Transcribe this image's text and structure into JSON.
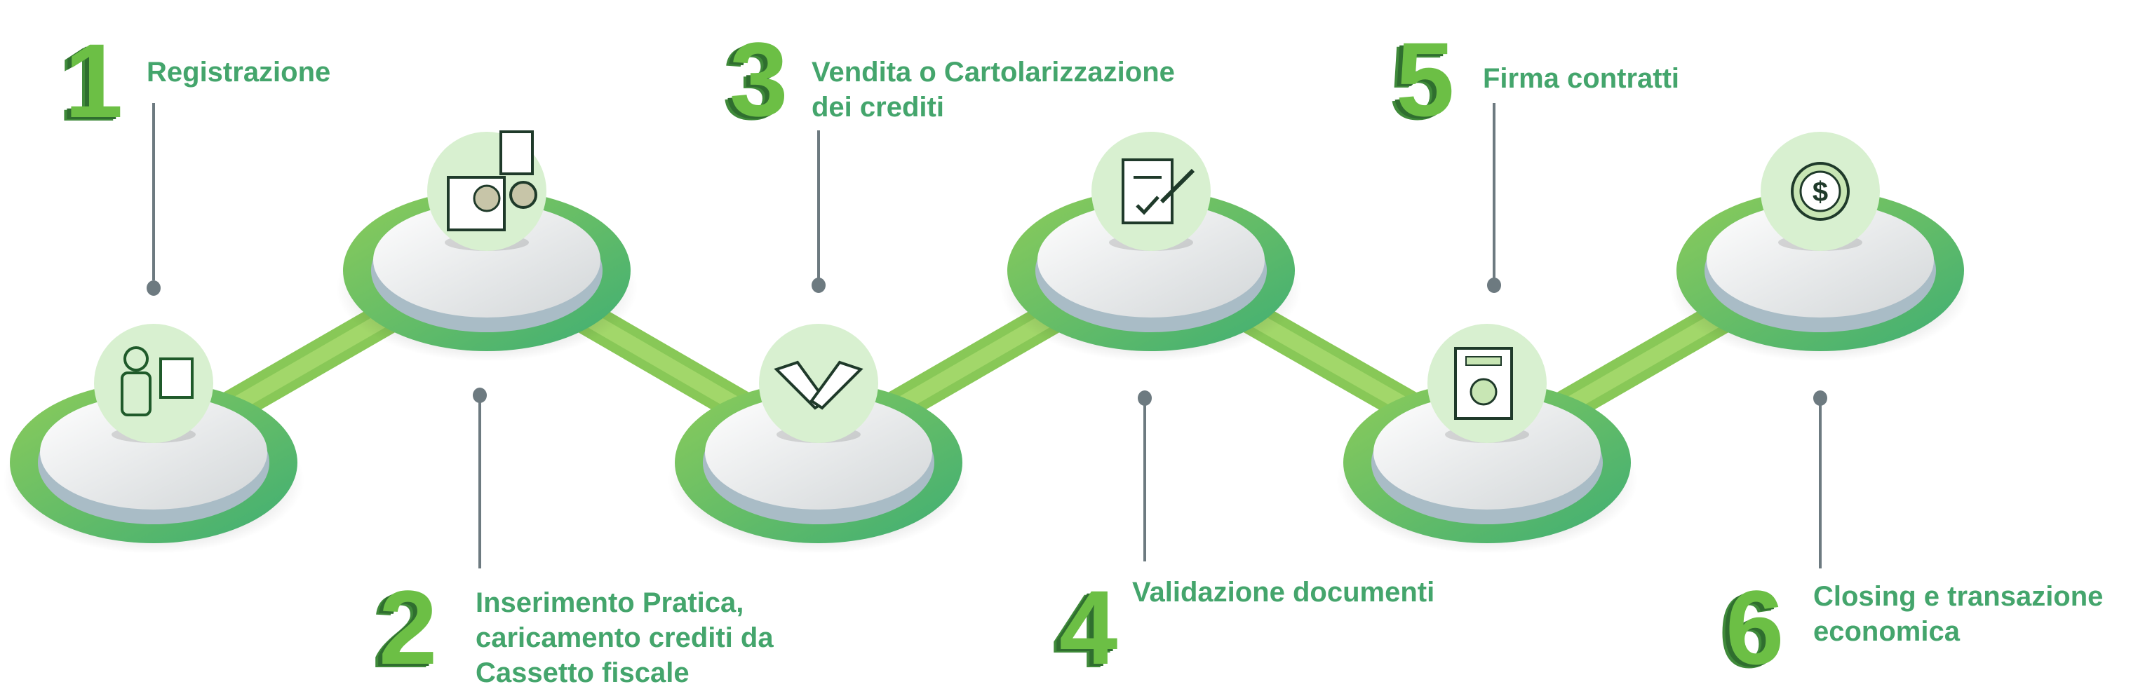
{
  "steps": [
    {
      "number": "1",
      "lines": [
        "Registrazione"
      ],
      "icon": "person-id-icon"
    },
    {
      "number": "2",
      "lines": [
        "Inserimento Pratica,",
        "caricamento crediti da",
        "Cassetto fiscale"
      ],
      "icon": "documents-calculator-icon"
    },
    {
      "number": "3",
      "lines": [
        "Vendita o Cartolarizzazione",
        "dei crediti"
      ],
      "icon": "handshake-icon"
    },
    {
      "number": "4",
      "lines": [
        "Validazione documenti"
      ],
      "icon": "clipboard-check-icon"
    },
    {
      "number": "5",
      "lines": [
        "Firma contratti"
      ],
      "icon": "certificate-icon"
    },
    {
      "number": "6",
      "lines": [
        "Closing e transazione",
        "economica"
      ],
      "icon": "dollar-coin-icon"
    }
  ],
  "colors": {
    "text": "#44a56c",
    "number": "#6cbf45",
    "ring": "#5cb85c",
    "line": "#6d7a80",
    "iconBg": "#d8f0d0"
  }
}
